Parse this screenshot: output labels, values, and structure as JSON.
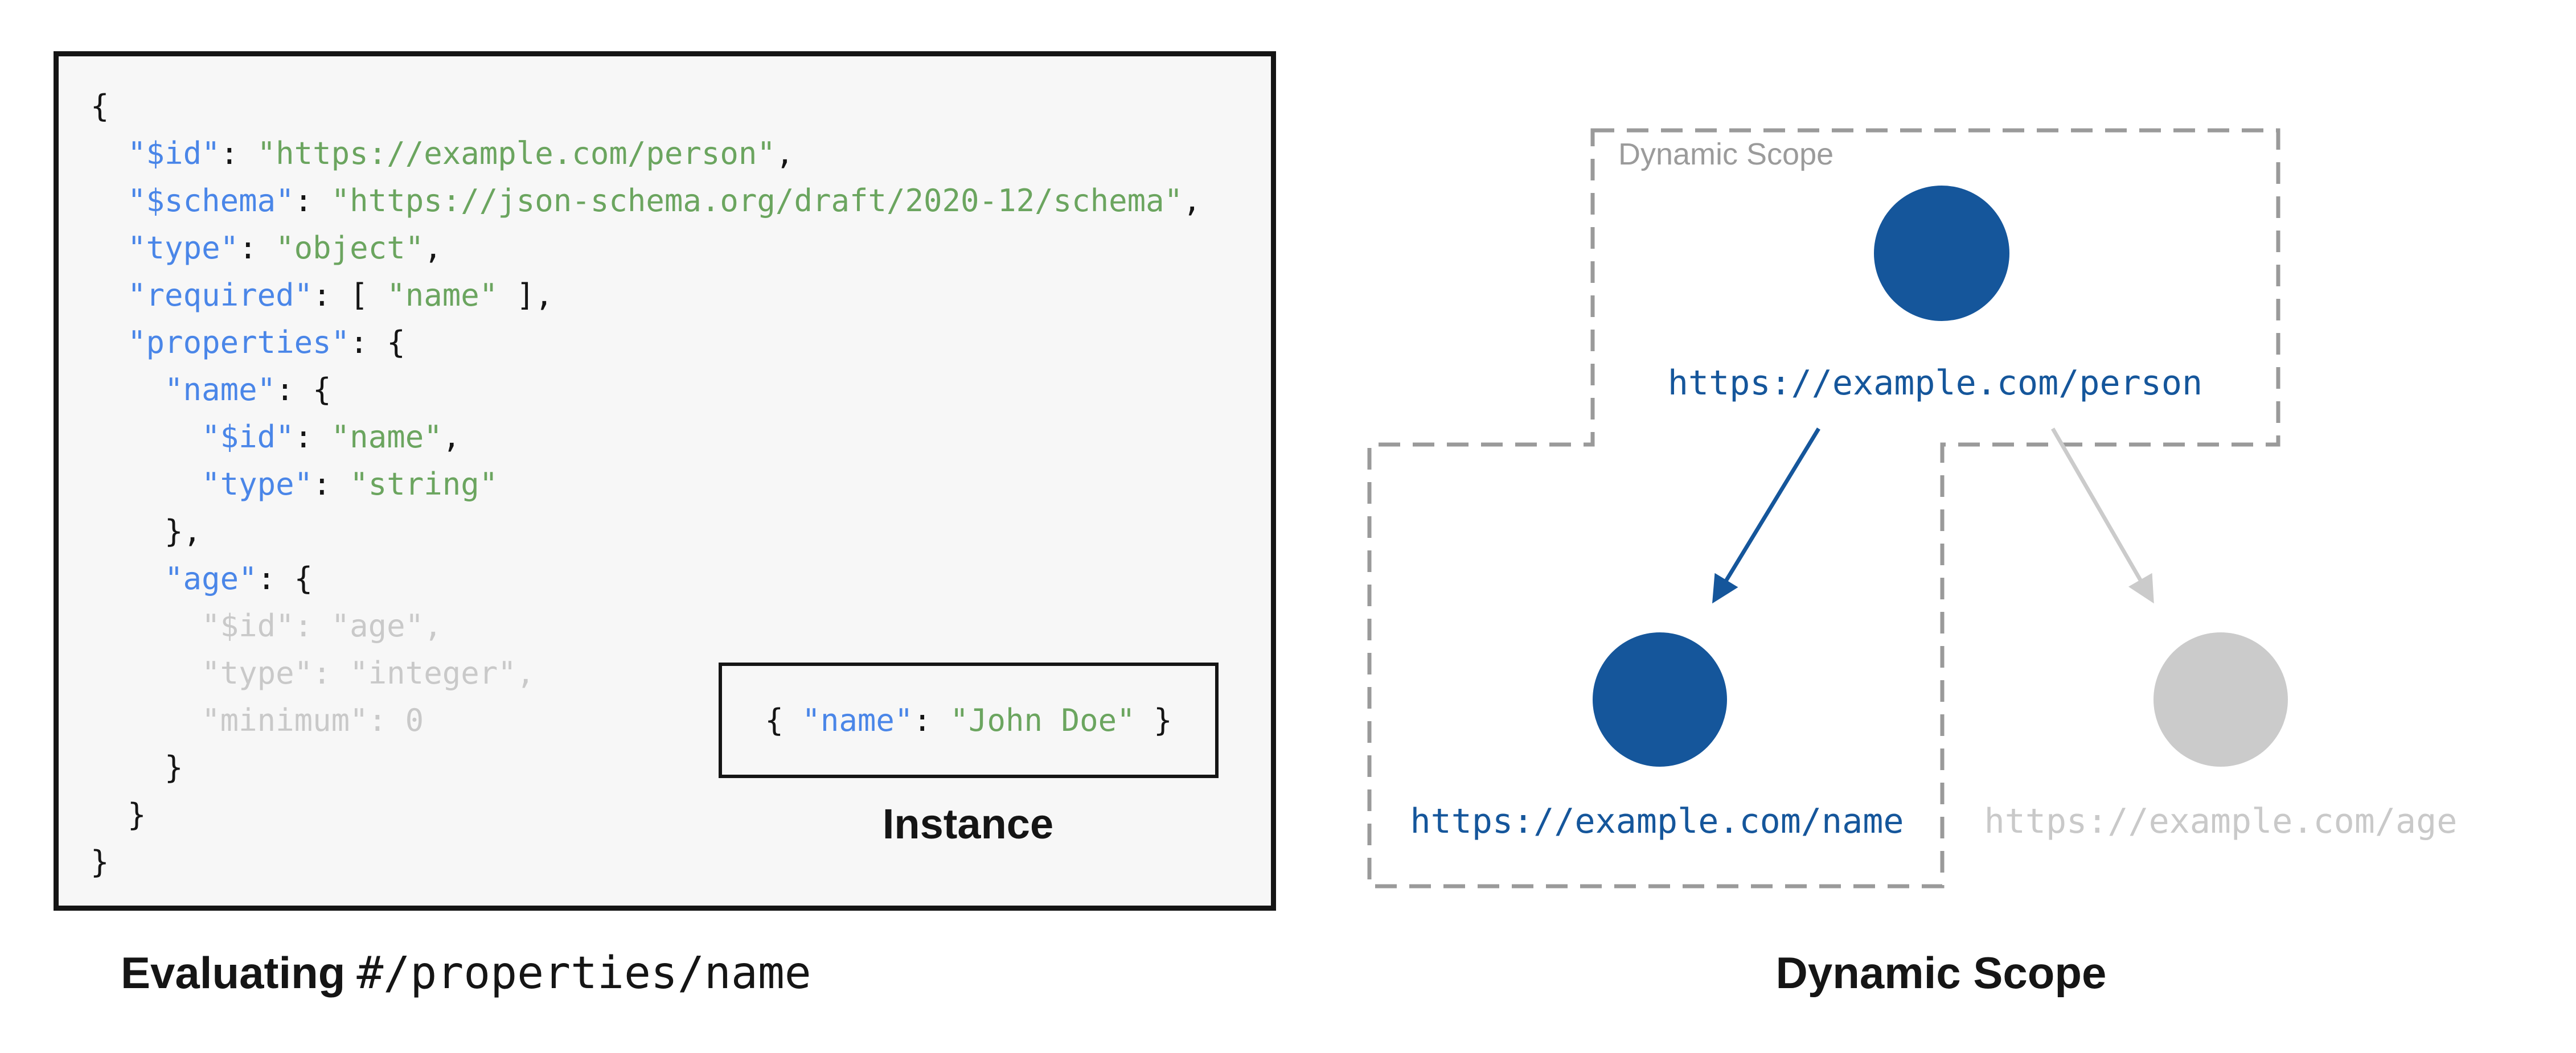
{
  "colors": {
    "page-bg": "#ffffff",
    "code-bg": "#f7f7f7",
    "ink": "#151515",
    "key-blue": "#4a86e8",
    "string-green": "#6ba55f",
    "dim-gray": "#c9c9c9",
    "navy": "#15569b",
    "light-gray": "#cbcbcb",
    "dash-gray": "#9a9a9a",
    "label-gray": "#9b9b9b"
  },
  "schema_panel": {
    "code_lines": [
      [
        {
          "t": "{",
          "c": "p"
        }
      ],
      [
        {
          "t": "  ",
          "c": "p"
        },
        {
          "t": "\"$id\"",
          "c": "k"
        },
        {
          "t": ": ",
          "c": "p"
        },
        {
          "t": "\"https://example.com/person\"",
          "c": "s"
        },
        {
          "t": ",",
          "c": "p"
        }
      ],
      [
        {
          "t": "  ",
          "c": "p"
        },
        {
          "t": "\"$schema\"",
          "c": "k"
        },
        {
          "t": ": ",
          "c": "p"
        },
        {
          "t": "\"https://json-schema.org/draft/2020-12/schema\"",
          "c": "s"
        },
        {
          "t": ",",
          "c": "p"
        }
      ],
      [
        {
          "t": "  ",
          "c": "p"
        },
        {
          "t": "\"type\"",
          "c": "k"
        },
        {
          "t": ": ",
          "c": "p"
        },
        {
          "t": "\"object\"",
          "c": "s"
        },
        {
          "t": ",",
          "c": "p"
        }
      ],
      [
        {
          "t": "  ",
          "c": "p"
        },
        {
          "t": "\"required\"",
          "c": "k"
        },
        {
          "t": ": [ ",
          "c": "p"
        },
        {
          "t": "\"name\"",
          "c": "s"
        },
        {
          "t": " ],",
          "c": "p"
        }
      ],
      [
        {
          "t": "  ",
          "c": "p"
        },
        {
          "t": "\"properties\"",
          "c": "k"
        },
        {
          "t": ": {",
          "c": "p"
        }
      ],
      [
        {
          "t": "    ",
          "c": "p"
        },
        {
          "t": "\"name\"",
          "c": "k"
        },
        {
          "t": ": {",
          "c": "p"
        }
      ],
      [
        {
          "t": "      ",
          "c": "p"
        },
        {
          "t": "\"$id\"",
          "c": "k"
        },
        {
          "t": ": ",
          "c": "p"
        },
        {
          "t": "\"name\"",
          "c": "s"
        },
        {
          "t": ",",
          "c": "p"
        }
      ],
      [
        {
          "t": "      ",
          "c": "p"
        },
        {
          "t": "\"type\"",
          "c": "k"
        },
        {
          "t": ": ",
          "c": "p"
        },
        {
          "t": "\"string\"",
          "c": "s"
        }
      ],
      [
        {
          "t": "    },",
          "c": "p"
        }
      ],
      [
        {
          "t": "    ",
          "c": "p"
        },
        {
          "t": "\"age\"",
          "c": "k"
        },
        {
          "t": ": {",
          "c": "p"
        }
      ],
      [
        {
          "t": "      \"$id\": \"age\",",
          "c": "d"
        }
      ],
      [
        {
          "t": "      \"type\": \"integer\",",
          "c": "d"
        }
      ],
      [
        {
          "t": "      \"minimum\": 0",
          "c": "d"
        }
      ],
      [
        {
          "t": "    }",
          "c": "p"
        }
      ],
      [
        {
          "t": "  }",
          "c": "p"
        }
      ],
      [
        {
          "t": "}",
          "c": "p"
        }
      ]
    ],
    "instance": {
      "segments": [
        {
          "t": "{ ",
          "c": "p"
        },
        {
          "t": "\"name\"",
          "c": "k"
        },
        {
          "t": ": ",
          "c": "p"
        },
        {
          "t": "\"John Doe\"",
          "c": "s"
        },
        {
          "t": " }",
          "c": "p"
        }
      ],
      "label": "Instance"
    },
    "caption": {
      "bold": "Evaluating",
      "mono": "#/properties/name"
    }
  },
  "scope_panel": {
    "scope_label": "Dynamic Scope",
    "nodes": [
      {
        "id": "person",
        "url": "https://example.com/person",
        "state": "in-scope"
      },
      {
        "id": "name",
        "url": "https://example.com/name",
        "state": "in-scope"
      },
      {
        "id": "age",
        "url": "https://example.com/age",
        "state": "out-of-scope"
      }
    ],
    "caption": "Dynamic Scope"
  }
}
